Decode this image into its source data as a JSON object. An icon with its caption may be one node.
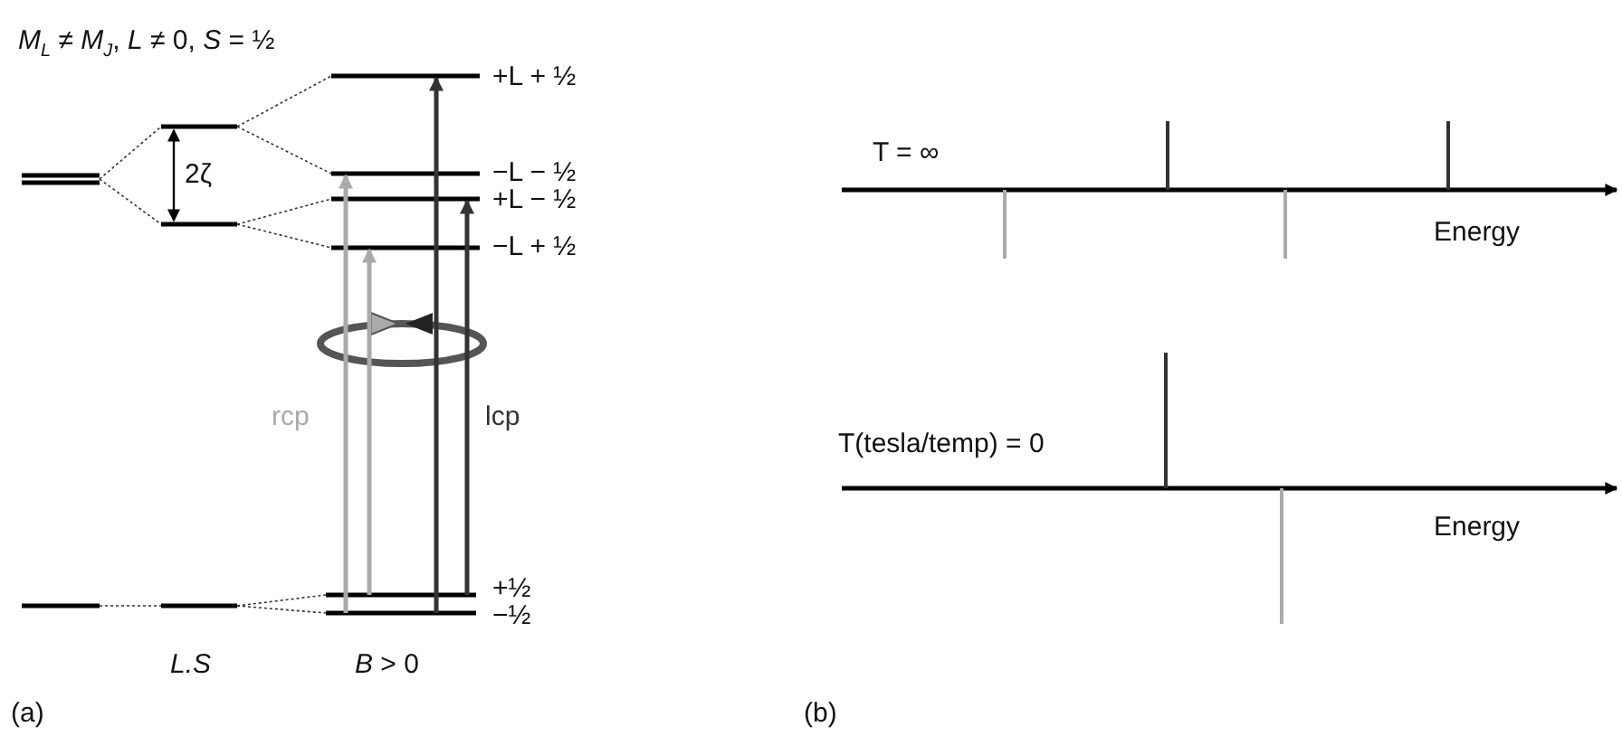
{
  "diagram": {
    "labels": [
      "*M*$_{L}$ ≠ *M*$_{J}$, *L* ≠ 0, *S* = ½",
      "+L + ½",
      "2ζ",
      "−L − ½",
      "+L − ½",
      "−L + ½",
      "rcp",
      "lcp",
      "+½",
      "−½",
      "L.S",
      "*B* > 0",
      "(a)",
      "T = ∞",
      "Energy",
      "T(tesla/temp) = 0",
      "Energy",
      "(b)"
    ]
  }
}
